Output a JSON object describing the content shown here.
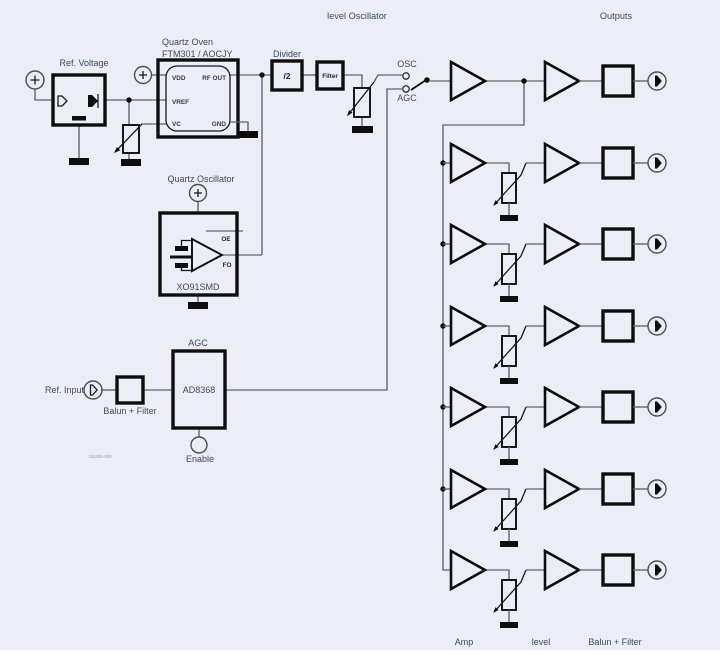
{
  "colors": {
    "panel_bg": "#ebeef7",
    "ink": "#0d0d0d",
    "wire": "#5c636b",
    "text": "#3d4961"
  },
  "headers": {
    "level_oscillator": "level Oscillator",
    "outputs": "Outputs"
  },
  "ref_voltage": {
    "label": "Ref. Voltage"
  },
  "quartz_oven": {
    "title": "Quartz Oven",
    "part": "FTM301 / AOCJY",
    "pins": {
      "vdd": "VDD",
      "rf_out": "RF OUT",
      "vref": "VREF",
      "vc": "VC",
      "gnd": "GND"
    }
  },
  "divider": {
    "label": "Divider",
    "value": "/2"
  },
  "filter": {
    "label": "Filter"
  },
  "switch": {
    "osc": "OSC",
    "agc": "AGC"
  },
  "quartz_oscillator": {
    "title": "Quartz Oscillator",
    "part": "XO91SMD",
    "pins": {
      "oe": "OE",
      "fo": "FO"
    }
  },
  "agc": {
    "title": "AGC",
    "part": "AD8368",
    "enable": "Enable",
    "ref_input": "Ref. Input",
    "balun_filter": "Balun + Filter"
  },
  "footer": {
    "amp": "Amp",
    "level": "level",
    "balun_filter": "Balun + Filter",
    "doc_code": "180385-008"
  },
  "output_channels": {
    "count": 7,
    "channels_with_level_pot": 6
  }
}
